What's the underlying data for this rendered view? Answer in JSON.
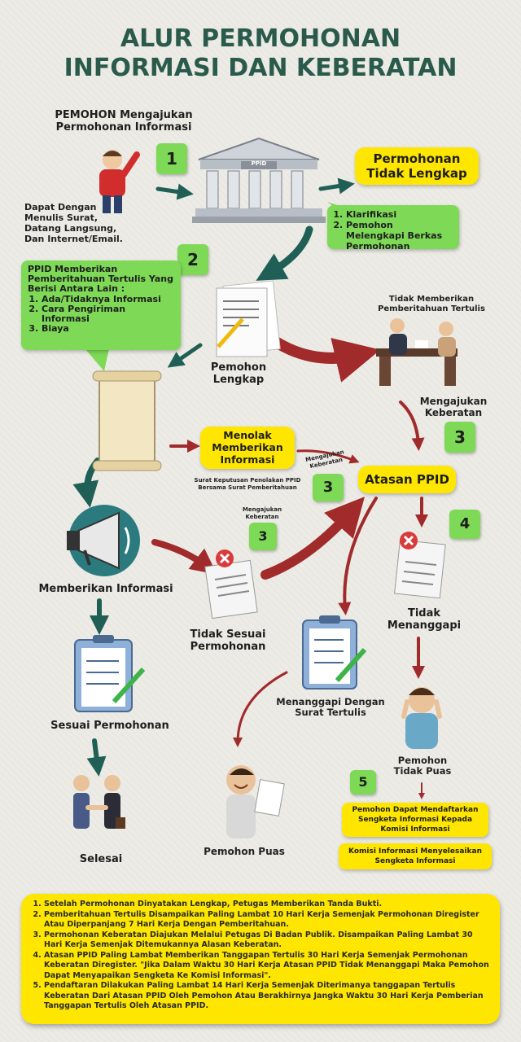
{
  "title": {
    "line1": "ALUR PERMOHONAN",
    "line2": "INFORMASI DAN KEBERATAN"
  },
  "pemohon": {
    "heading_line1": "PEMOHON Mengajukan",
    "heading_line2": "Permohonan Informasi",
    "method_line1": "Dapat Dengan",
    "method_line2": "Menulis Surat,",
    "method_line3": "Datang Langsung,",
    "method_line4": "Dan Internet/Email."
  },
  "building": {
    "sign": "PPID"
  },
  "steps": {
    "s1": "1",
    "s2": "2",
    "s3a": "3",
    "s3b": "3",
    "s3c": "3",
    "s4": "4",
    "s5": "5"
  },
  "tidak_lengkap": {
    "label_line1": "Permohonan",
    "label_line2": "Tidak Lengkap",
    "items": [
      "Klarifikasi",
      "Pemohon Melengkapi Berkas Permohonan"
    ]
  },
  "ppid_notice": {
    "heading": "PPID Memberikan Pemberitahuan Tertulis Yang Berisi Antara Lain :",
    "items": [
      "Ada/Tidaknya Informasi",
      "Cara Pengiriman Informasi",
      "Biaya"
    ]
  },
  "lengkap": {
    "line1": "Pemohon",
    "line2": "Lengkap"
  },
  "tidak_memberikan": {
    "line1": "Tidak Memberikan",
    "line2": "Pemberitahuan Tertulis"
  },
  "mengajukan_keberatan_right": {
    "line1": "Mengajukan",
    "line2": "Keberatan"
  },
  "menolak": {
    "label_line1": "Menolak",
    "label_line2": "Memberikan",
    "label_line3": "Informasi",
    "note_line1": "Surat Keputusan Penolakan PPID",
    "note_line2": "Bersama Surat Pemberitahuan"
  },
  "mengajukan_keberatan_mid": {
    "line1": "Mengajukan",
    "line2": "Keberatan"
  },
  "mengajukan_keberatan_small": {
    "line1": "Mengajukan",
    "line2": "Keberatan"
  },
  "atasan": {
    "label": "Atasan PPID"
  },
  "memberikan_informasi": {
    "label": "Memberikan Informasi"
  },
  "tidak_sesuai": {
    "line1": "Tidak Sesuai",
    "line2": "Permohonan"
  },
  "tidak_menanggapi": {
    "line1": "Tidak",
    "line2": "Menanggapi"
  },
  "sesuai": {
    "label": "Sesuai Permohonan"
  },
  "menanggapi": {
    "line1": "Menanggapi Dengan",
    "line2": "Surat Tertulis"
  },
  "tidak_puas": {
    "line1": "Pemohon",
    "line2": "Tidak Puas"
  },
  "selesai": {
    "label": "Selesai"
  },
  "puas": {
    "label": "Pemohon Puas"
  },
  "sengketa": {
    "box1_line1": "Pemohon Dapat Mendaftarkan",
    "box1_line2": "Sengketa Informasi Kepada",
    "box1_line3": "Komisi Informasi",
    "box2_line1": "Komisi Informasi Menyelesaikan",
    "box2_line2": "Sengketa Informasi"
  },
  "notes": [
    "Setelah Permohonan Dinyatakan Lengkap, Petugas Memberikan Tanda Bukti.",
    "Pemberitahuan Tertulis Disampaikan Paling Lambat 10 Hari Kerja Semenjak Permohonan Diregister Atau Diperpanjang 7 Hari Kerja Dengan Pemberitahuan.",
    "Permohonan Keberatan Diajukan Melalui Petugas Di Badan Publik. Disampaikan Paling Lambat 30 Hari Kerja Semenjak Ditemukannya Alasan Keberatan.",
    "Atasan PPID Paling Lambat Memberikan Tanggapan Tertulis 30 Hari Kerja Semenjak Permohonan Keberatan Diregister. \"Jika Dalam Waktu 30 Hari Kerja Atasan PPID Tidak Menanggapi Maka Pemohon Dapat Menyapaikan Sengketa Ke Komisi Informasi\".",
    "Pendaftaran Dilakukan Paling Lambat 14 Hari Kerja Semenjak Diterimanya tanggapan Tertulis Keberatan Dari Atasan PPID Oleh Pemohon Atau Berakhirnya Jangka Waktu 30 Hari Kerja Pemberian Tanggapan Tertulis Oleh Atasan PPID."
  ],
  "colors": {
    "title": "#2a5a4c",
    "green": "#7ed957",
    "yellow": "#ffe600",
    "teal_arrow": "#1f5f55",
    "red_arrow": "#a12a2a"
  }
}
